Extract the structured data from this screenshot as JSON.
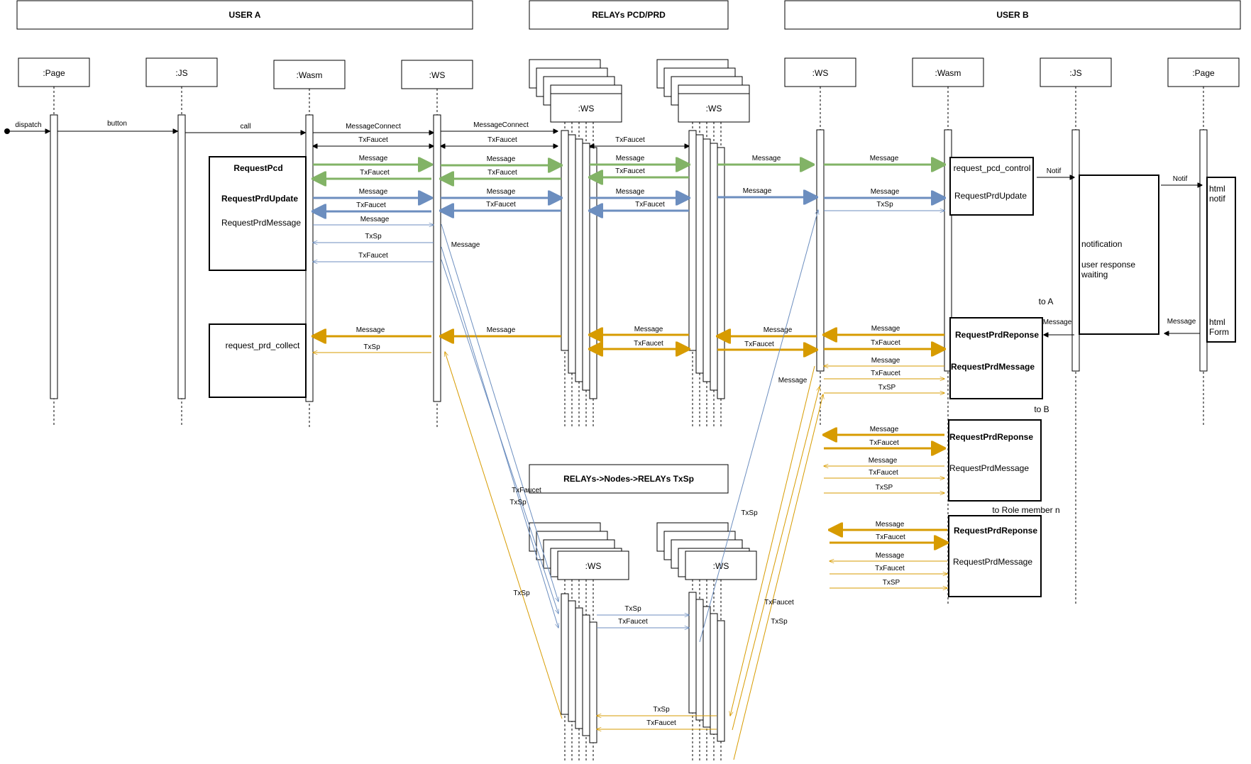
{
  "colors": {
    "green": "#82b366",
    "blue": "#6c8ebf",
    "orange": "#d79b00",
    "black": "#000000"
  },
  "groups": [
    "USER A",
    "RELAYs PCD/PRD",
    "USER B"
  ],
  "lifelines": {
    "a_page": ":Page",
    "a_js": ":JS",
    "a_wasm": ":Wasm",
    "a_ws": ":WS",
    "relay_pcd": ":WS",
    "relay_prd": ":WS",
    "b_ws": ":WS",
    "b_wasm": ":Wasm",
    "b_js": ":JS",
    "b_page": ":Page",
    "node_1": ":WS",
    "node_2": ":WS"
  },
  "sub_title": "RELAYs->Nodes->RELAYs TxSp",
  "boxes": {
    "request_pcd": "RequestPcd",
    "request_prd_update": "RequestPrdUpdate",
    "request_prd_message": "RequestPrdMessage",
    "request_prd_collect": "request_prd_collect",
    "request_pcd_control": "request_pcd_control",
    "request_prd_update_b": "RequestPrdUpdate",
    "notification": "notification",
    "user_response": "user response",
    "waiting": "waiting",
    "html1": "html",
    "notif1": "notif",
    "html2": "html",
    "form2": "Form",
    "response_1": "RequestPrdReponse",
    "message_1": "RequestPrdMessage",
    "response_2": "RequestPrdReponse",
    "message_2": "RequestPrdMessage",
    "response_3": "RequestPrdReponse",
    "message_3": "RequestPrdMessage"
  },
  "notes": {
    "to_a": "to A",
    "to_b": "to B",
    "to_role_n": "to Role member n"
  },
  "labels": {
    "dispatch": "dispatch",
    "button": "button",
    "call": "call",
    "message_connect": "MessageConnect",
    "message": "Message",
    "tx_faucet": "TxFaucet",
    "tx_sp": "TxSp",
    "tx_sp_caps": "TxSP",
    "notif": "Notif"
  }
}
